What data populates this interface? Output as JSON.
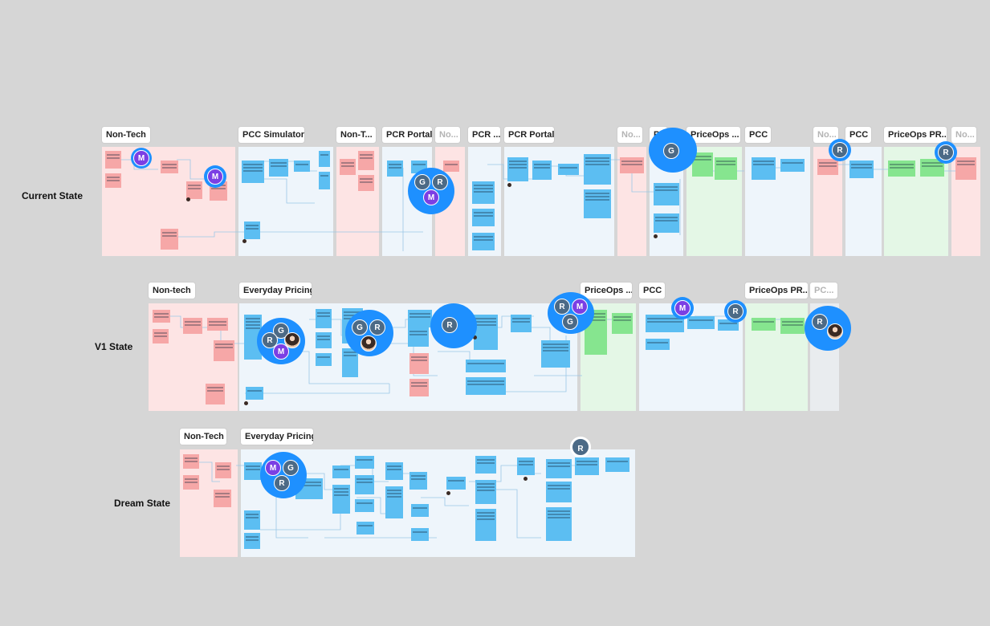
{
  "rows": {
    "current": "Current State",
    "v1": "V1 State",
    "dream": "Dream State"
  },
  "tags": {
    "current": [
      "Non-Tech",
      "PCC Simulator",
      "Non-T...",
      "PCR Portal",
      "No...",
      "PCR ...",
      "PCR Portal",
      "No...",
      "P",
      "PriceOps ...",
      "PCC",
      "No...",
      "PCC",
      "PriceOps PR...",
      "No..."
    ],
    "v1": [
      "Non-tech",
      "Everyday Pricing",
      "PriceOps ...",
      "PCC",
      "PriceOps PR...",
      "PC..."
    ],
    "dream": [
      "Non-Tech",
      "Everyday Pricing"
    ]
  },
  "avatars": {
    "g": "G",
    "m": "M",
    "r": "R"
  },
  "colors": {
    "canvas": "#d6d6d6",
    "cursor": "#1e90ff",
    "sticky_blue": "#5cbef2",
    "sticky_red": "#f6a7a7",
    "sticky_green": "#86e58f",
    "section_pink": "#fde4e4",
    "section_blue": "#eef5fb",
    "section_green": "#e4f7e6"
  }
}
